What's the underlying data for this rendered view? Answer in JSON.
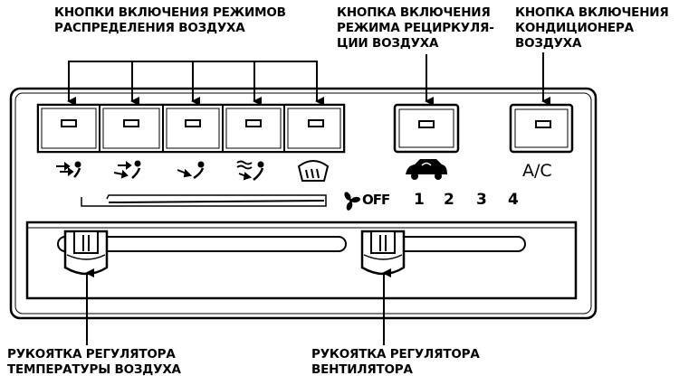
{
  "callouts": {
    "mode_buttons": "КНОПКИ ВКЛЮЧЕНИЯ РЕЖИМОВ\nРАСПРЕДЕЛЕНИЯ ВОЗДУХА",
    "recirc_button": "КНОПКА ВКЛЮЧЕНИЯ\nРЕЖИМА РЕЦИРКУЛЯ-\nЦИИ ВОЗДУХА",
    "ac_button": "КНОПКА ВКЛЮЧЕНИЯ\nКОНДИЦИОНЕРА\nВОЗДУХА",
    "temp_lever": "РУКОЯТКА РЕГУЛЯТОРА\nТЕМПЕРАТУРЫ ВОЗДУХА",
    "fan_lever": "РУКОЯТКА РЕГУЛЯТОРА\nВЕНТИЛЯТОРА"
  },
  "panel": {
    "ac_label": "A/C",
    "fan_off": "OFF",
    "fan_speeds": [
      "1",
      "2",
      "3",
      "4"
    ]
  },
  "icons": {
    "mode_icons": [
      "vent-face-icon",
      "vent-face-feet-icon",
      "vent-feet-icon",
      "vent-feet-defrost-icon",
      "defrost-icon"
    ],
    "recirc_icon": "recirculation-car-icon",
    "fan_icon": "fan-icon"
  }
}
